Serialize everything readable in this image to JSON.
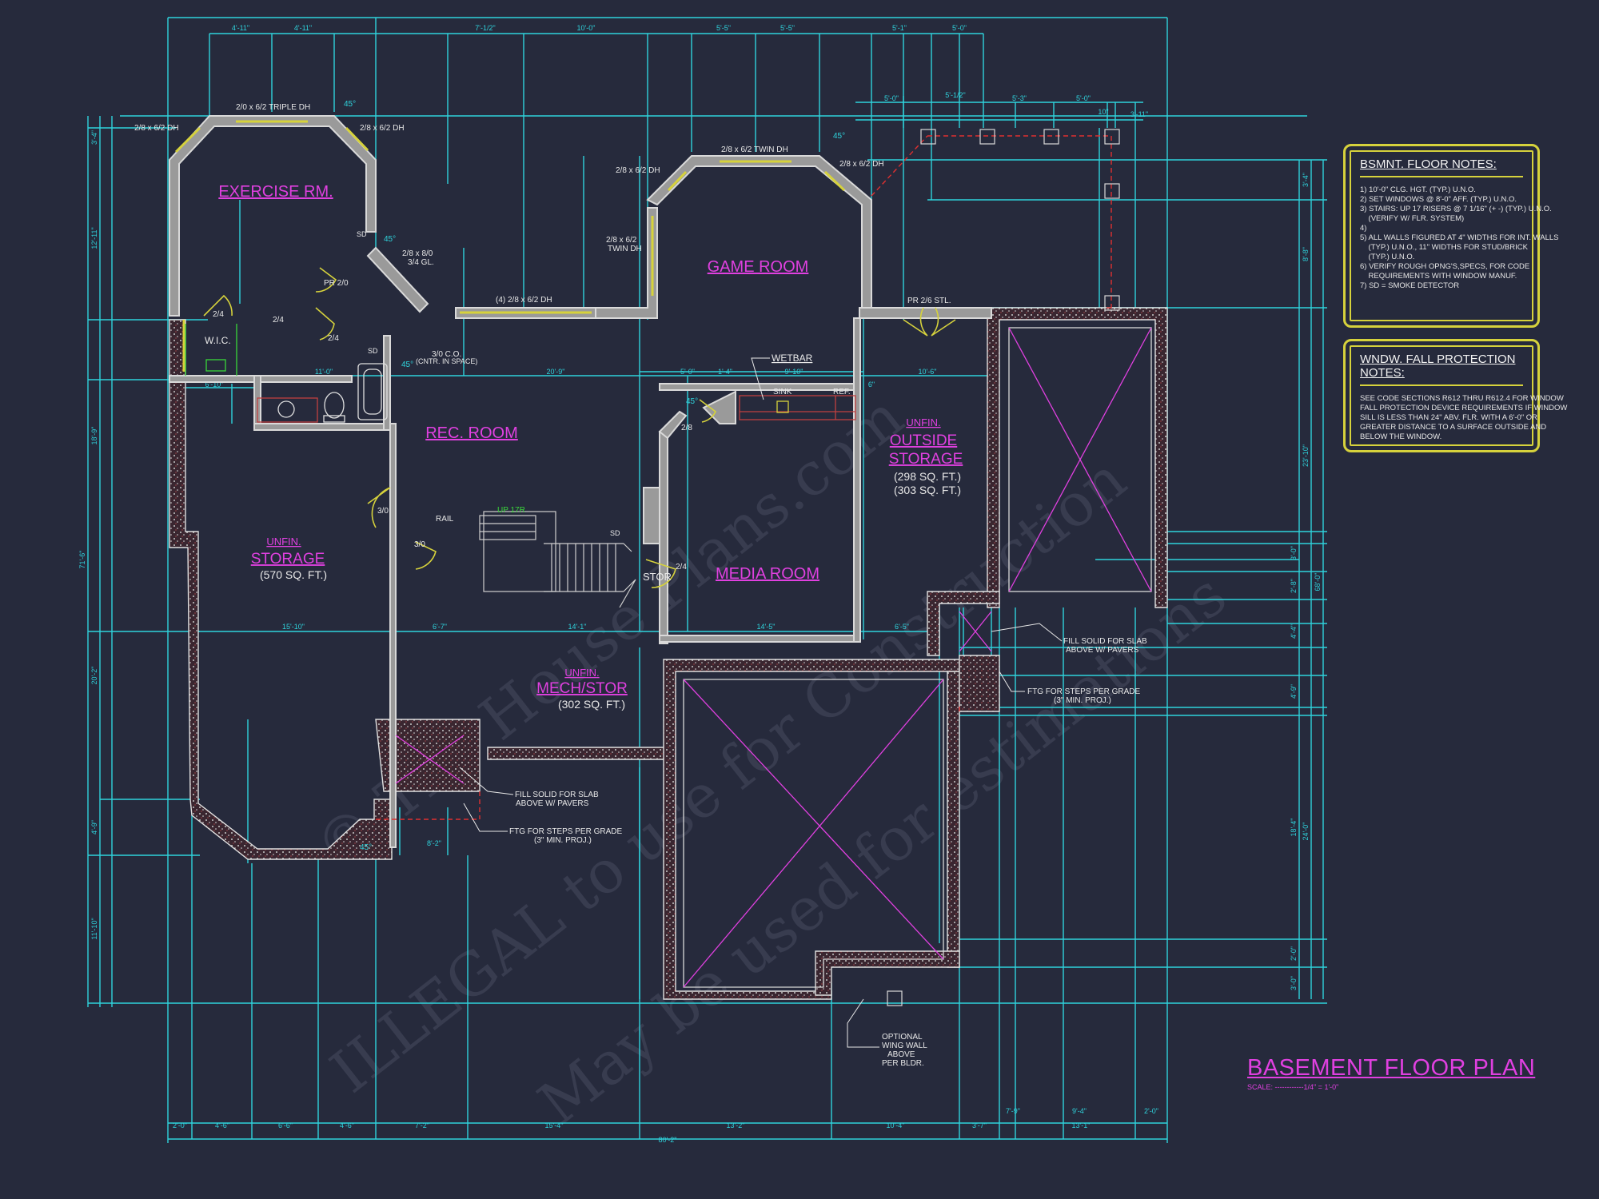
{
  "title": "BASEMENT FLOOR PLAN",
  "scale": "SCALE: ------------1/4\" = 1'-0\"",
  "colors": {
    "background": "#262a3c",
    "dimension": "#2fd3dc",
    "room_label": "#e040e0",
    "wall": "#d9d9d9",
    "note_box": "#d6d23c",
    "text": "#e8e8e8"
  },
  "rooms": [
    {
      "name": "EXERCISE RM."
    },
    {
      "name": "GAME ROOM"
    },
    {
      "name": "REC. ROOM"
    },
    {
      "name": "MEDIA ROOM"
    },
    {
      "name": "W.I.C."
    },
    {
      "name": "WETBAR"
    },
    {
      "name": "STOR"
    },
    {
      "name": "UNFIN. STORAGE",
      "area": "(570 SQ. FT.)"
    },
    {
      "name": "UNFIN. OUTSIDE STORAGE",
      "area": "(298 SQ. FT.) (303 SQ. FT.)"
    },
    {
      "name": "UNFIN. MECH/STOR",
      "area": "(302 SQ. FT.)"
    }
  ],
  "labels": {
    "exercise": "EXERCISE RM.",
    "game": "GAME ROOM",
    "rec": "REC. ROOM",
    "media": "MEDIA ROOM",
    "wic": "W.I.C.",
    "wetbar": "WETBAR",
    "stor": "STOR",
    "unfin": "UNFIN.",
    "storage": "STORAGE",
    "storage_area": "(570 SQ. FT.)",
    "outside": "OUTSIDE",
    "outside_storage": "STORAGE",
    "outside_area1": "(298 SQ. FT.)",
    "outside_area2": "(303 SQ. FT.)",
    "mech": "MECH/STOR",
    "mech_area": "(302 SQ. FT.)",
    "sink": "SINK",
    "ref": "REF.",
    "rail": "RAIL",
    "up": "UP 17R",
    "sd": "SD",
    "pr_stl": "PR 2/6 STL.",
    "pr_20": "PR 2/0",
    "co": "3/0 C.O.",
    "co2": "(CNTR. IN SPACE)",
    "win_triple": "2/0 x 6/2 TRIPLE DH",
    "win_28_62": "2/8 x 6/2 DH",
    "win_twin": "2/8 x 6/2 TWIN DH",
    "win_4": "(4) 2/8 x 6/2 DH",
    "win_gl1": "2/8 x 8/0",
    "win_gl2": "3/4 GL.",
    "win_twin2a": "2/8 x 6/2",
    "win_twin2b": "TWIN DH",
    "d24": "2/4",
    "d28": "2/8",
    "d30": "3/0",
    "deg45": "45°",
    "fill1": "FILL SOLID FOR SLAB",
    "fill2": "ABOVE W/ PAVERS",
    "ftg1": "FTG FOR STEPS PER GRADE",
    "ftg2": "(3\" MIN. PROJ.)",
    "opt1": "OPTIONAL",
    "opt2": "WING WALL",
    "opt3": "ABOVE",
    "opt4": "PER BLDR."
  },
  "dimensions": {
    "top_row1": [
      "4'-11\"",
      "4'-11\"",
      "7'-1/2\"",
      "10'-0\"",
      "5'-5\"",
      "5'-5\"",
      "5'-1\"",
      "5'-0\""
    ],
    "top_row2": [
      "5'-0\"",
      "5'-1/2\"",
      "5'-3\"",
      "5'-0\"",
      "3'-11\"",
      "10\""
    ],
    "bottom_row": [
      "2'-0\"",
      "4'-6\"",
      "6'-6\"",
      "4'-6\"",
      "7'-2\"",
      "15'-4\"",
      "13'-2\"",
      "10'-4\"",
      "3'-7\"",
      "7'-9\"",
      "9'-4\"",
      "13'-1\"",
      "2'-0\""
    ],
    "overall_bottom": "80'-2\"",
    "interior": [
      "20'-9\"",
      "10'-6\"",
      "5'-0\"",
      "1'-4\"",
      "9'-10\"",
      "15'-10\"",
      "6'-7\"",
      "14'-1\"",
      "14'-5\"",
      "6'-5\"",
      "8'-2\"",
      "6'-10\"",
      "11'-0\"",
      "6\""
    ],
    "left_col": [
      "3'-4\"",
      "12'-11\"",
      "18'-9\"",
      "71'-6\"",
      "20'-2\"",
      "4'-9\"",
      "11'-10\""
    ],
    "right_col": [
      "3'-4\"",
      "8'-8\"",
      "23'-10\"",
      "68'-0\"",
      "3'-0\"",
      "2'-8\"",
      "4'-4\"",
      "4'-9\"",
      "18'-4\"",
      "24'-0\"",
      "2'-0\"",
      "3'-0\""
    ]
  },
  "notes1": {
    "header": "BSMNT. FLOOR NOTES:",
    "lines": [
      "1) 10'-0\" CLG. HGT. (TYP.) U.N.O.",
      "2) SET WINDOWS @ 8'-0\" AFF. (TYP.) U.N.O.",
      "3) STAIRS: UP 17 RISERS @ 7 1/16\" (+ -) (TYP.) U.N.O.",
      "    (VERIFY W/ FLR. SYSTEM)",
      "4)",
      "",
      "5) ALL WALLS FIGURED AT 4\" WIDTHS FOR INT. WALLS",
      "    (TYP.) U.N.O., 11\" WIDTHS FOR STUD/BRICK",
      "    (TYP.) U.N.O.",
      "6) VERIFY ROUGH OPNG'S,SPECS, FOR CODE",
      "    REQUIREMENTS WITH WINDOW MANUF.",
      "7) SD = SMOKE DETECTOR"
    ]
  },
  "notes2": {
    "header": "WNDW. FALL PROTECTION NOTES:",
    "lines": [
      "SEE CODE SECTIONS R612 THRU R612.4 FOR WINDOW",
      "FALL PROTECTION DEVICE REQUIREMENTS IF WINDOW",
      "SILL IS LESS THAN 24\" ABV. FLR. WITH A 6'-0\" OR",
      "GREATER DISTANCE TO A SURFACE OUTSIDE AND",
      "BELOW THE WINDOW."
    ]
  },
  "watermark": [
    "© The House Plans.com",
    "ILLEGAL to use for Construction",
    "May be used for estimations"
  ]
}
